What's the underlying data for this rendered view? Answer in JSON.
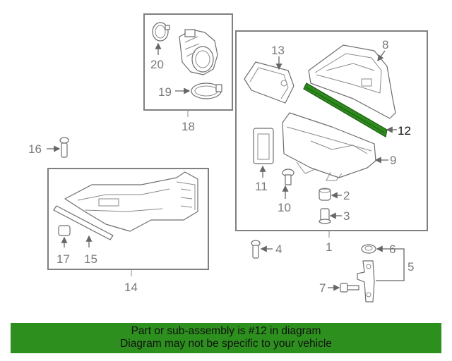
{
  "labels": {
    "p1": "1",
    "p2": "2",
    "p3": "3",
    "p4": "4",
    "p5": "5",
    "p6": "6",
    "p7": "7",
    "p8": "8",
    "p9": "9",
    "p10": "10",
    "p11": "11",
    "p12": "12",
    "p13": "13",
    "p14": "14",
    "p15": "15",
    "p16": "16",
    "p17": "17",
    "p18": "18",
    "p19": "19",
    "p20": "20"
  },
  "highlighted_part": "12",
  "highlight_color": "#2d8f1e",
  "banner": {
    "line1": "Part or sub-assembly is #12 in diagram",
    "line2": "Diagram may not be specific to your vehicle"
  }
}
